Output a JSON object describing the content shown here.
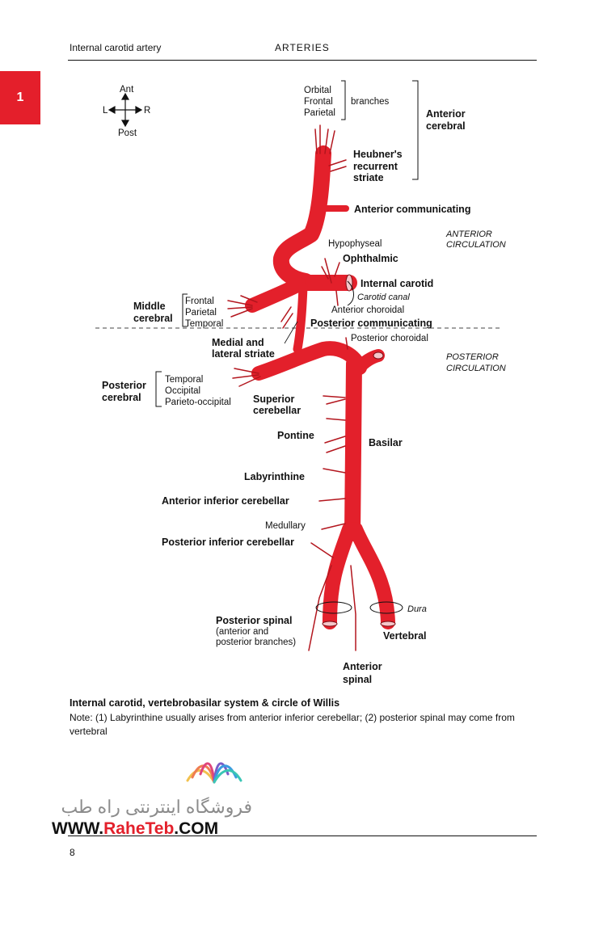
{
  "header": {
    "left": "Internal carotid artery",
    "center": "ARTERIES"
  },
  "chapter_tab": "1",
  "compass": {
    "ant": "Ant",
    "post": "Post",
    "l": "L",
    "r": "R"
  },
  "labels": {
    "orbital": "Orbital",
    "frontal_top": "Frontal",
    "parietal_top": "Parietal",
    "branches": "branches",
    "anterior_cerebral_1": "Anterior",
    "anterior_cerebral_2": "cerebral",
    "heubner_1": "Heubner's",
    "heubner_2": "recurrent",
    "heubner_3": "striate",
    "anterior_communicating": "Anterior communicating",
    "anterior_circulation_1": "ANTERIOR",
    "anterior_circulation_2": "CIRCULATION",
    "hypophyseal": "Hypophyseal",
    "ophthalmic": "Ophthalmic",
    "internal_carotid": "Internal carotid",
    "carotid_canal": "Carotid canal",
    "anterior_choroidal": "Anterior choroidal",
    "middle_cerebral_1": "Middle",
    "middle_cerebral_2": "cerebral",
    "mc_frontal": "Frontal",
    "mc_parietal": "Parietal",
    "mc_temporal": "Temporal",
    "posterior_communicating": "Posterior communicating",
    "medial_lateral_1": "Medial and",
    "medial_lateral_2": "lateral striate",
    "posterior_choroidal": "Posterior choroidal",
    "posterior_circulation_1": "POSTERIOR",
    "posterior_circulation_2": "CIRCULATION",
    "posterior_cerebral_1": "Posterior",
    "posterior_cerebral_2": "cerebral",
    "pc_temporal": "Temporal",
    "pc_occipital": "Occipital",
    "pc_parieto": "Parieto-occipital",
    "superior_cerebellar_1": "Superior",
    "superior_cerebellar_2": "cerebellar",
    "pontine": "Pontine",
    "basilar": "Basilar",
    "labyrinthine": "Labyrinthine",
    "aica": "Anterior inferior cerebellar",
    "medullary": "Medullary",
    "pica": "Posterior inferior cerebellar",
    "dura": "Dura",
    "posterior_spinal_1": "Posterior spinal",
    "posterior_spinal_2": "(anterior and",
    "posterior_spinal_3": "posterior branches)",
    "vertebral": "Vertebral",
    "anterior_spinal_1": "Anterior",
    "anterior_spinal_2": "spinal"
  },
  "caption": {
    "title": "Internal carotid, vertebrobasilar system & circle of Willis",
    "note": "Note: (1) Labyrinthine usually arises from anterior inferior cerebellar; (2) posterior spinal may come from vertebral"
  },
  "watermark": {
    "persian": "فروشگاه اینترنتی راه طب",
    "url_pre": "WWW.",
    "url_brand": "RaheTeb",
    "url_post": ".COM"
  },
  "page_number": "8",
  "colors": {
    "artery": "#e3202b",
    "tab": "#e41f2b",
    "text": "#111111"
  }
}
